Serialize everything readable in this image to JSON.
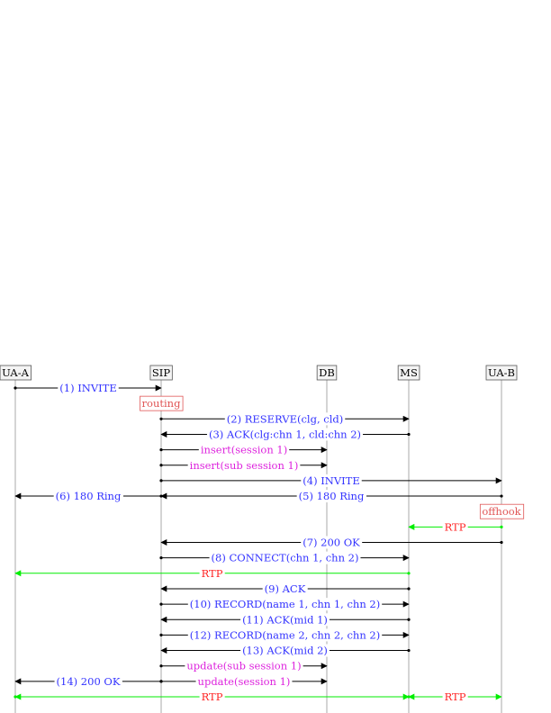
{
  "colors": {
    "line": "#000000",
    "lifeline": "#aaaaaa",
    "message": "#3333ff",
    "db": "#dd22dd",
    "rtp_line": "#00ee00",
    "rtp_label": "#ff2222",
    "note": "#e05555"
  },
  "participants": [
    {
      "id": "ua-a",
      "label": "UA-A"
    },
    {
      "id": "sip",
      "label": "SIP"
    },
    {
      "id": "db",
      "label": "DB"
    },
    {
      "id": "ms",
      "label": "MS"
    },
    {
      "id": "ua-b",
      "label": "UA-B"
    }
  ],
  "notes": [
    {
      "at": "sip",
      "text": "routing",
      "row": 1
    },
    {
      "at": "ua-b",
      "text": "offhook",
      "row": 8
    }
  ],
  "messages": [
    {
      "from": "ua-a",
      "to": "sip",
      "label": "(1) INVITE",
      "kind": "sip",
      "row": 0
    },
    {
      "from": "sip",
      "to": "ms",
      "label": "(2) RESERVE(clg, cld)",
      "kind": "sip",
      "row": 2
    },
    {
      "from": "ms",
      "to": "sip",
      "label": "(3) ACK(clg:chn 1, cld:chn 2)",
      "kind": "sip",
      "row": 3
    },
    {
      "from": "sip",
      "to": "db",
      "label": "insert(session 1)",
      "kind": "db",
      "row": 4
    },
    {
      "from": "sip",
      "to": "db",
      "label": "insert(sub session 1)",
      "kind": "db",
      "row": 5
    },
    {
      "from": "sip",
      "to": "ua-b",
      "label": "(4) INVITE",
      "kind": "sip",
      "row": 6
    },
    {
      "from": "ua-b",
      "to": "sip",
      "label": "(5) 180 Ring",
      "kind": "sip",
      "row": 7
    },
    {
      "from": "sip",
      "to": "ua-a",
      "label": "(6) 180 Ring",
      "kind": "sip",
      "row": 7
    },
    {
      "from": "ua-b",
      "to": "ms",
      "label": "RTP",
      "kind": "rtp",
      "row": 9
    },
    {
      "from": "ua-b",
      "to": "sip",
      "label": "(7) 200 OK",
      "kind": "sip",
      "row": 10
    },
    {
      "from": "sip",
      "to": "ms",
      "label": "(8) CONNECT(chn 1, chn 2)",
      "kind": "sip",
      "row": 11
    },
    {
      "from": "ms",
      "to": "ua-a",
      "label": "RTP",
      "kind": "rtp",
      "row": 12
    },
    {
      "from": "ms",
      "to": "sip",
      "label": "(9) ACK",
      "kind": "sip",
      "row": 13
    },
    {
      "from": "sip",
      "to": "ms",
      "label": "(10) RECORD(name 1, chn 1, chn 2)",
      "kind": "sip",
      "row": 14
    },
    {
      "from": "ms",
      "to": "sip",
      "label": "(11) ACK(mid 1)",
      "kind": "sip",
      "row": 15
    },
    {
      "from": "sip",
      "to": "ms",
      "label": "(12) RECORD(name 2, chn 2, chn 2)",
      "kind": "sip",
      "row": 16
    },
    {
      "from": "ms",
      "to": "sip",
      "label": "(13) ACK(mid 2)",
      "kind": "sip",
      "row": 17
    },
    {
      "from": "sip",
      "to": "db",
      "label": "update(sub session 1)",
      "kind": "db",
      "row": 18
    },
    {
      "from": "sip",
      "to": "db",
      "label": "update(session 1)",
      "kind": "db",
      "row": 19
    },
    {
      "from": "sip",
      "to": "ua-a",
      "label": "(14) 200 OK",
      "kind": "sip",
      "row": 19
    },
    {
      "from": "ua-a",
      "to": "ms",
      "label": "RTP",
      "kind": "rtp-both",
      "row": 20
    },
    {
      "from": "ms",
      "to": "ua-b",
      "label": "RTP",
      "kind": "rtp-both",
      "row": 20
    }
  ]
}
